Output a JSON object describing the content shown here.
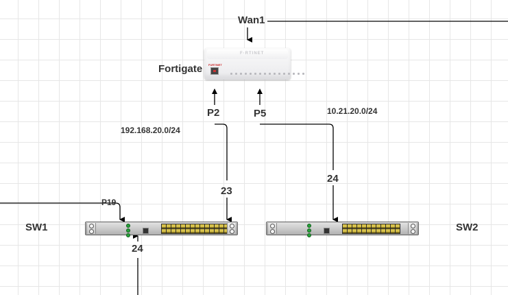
{
  "diagram": {
    "title": "Network topology",
    "colors": {
      "wire": "#000000",
      "text": "#333333",
      "grid": "#e6e6e6",
      "led": "#27a33a"
    }
  },
  "nodes": {
    "wan": {
      "label": "Wan1"
    },
    "firewall": {
      "label": "Fortigate",
      "brand_text": "F·RTINET",
      "badge_text": "FURTINET"
    },
    "sw1": {
      "label": "SW1"
    },
    "sw2": {
      "label": "SW2"
    }
  },
  "ports": {
    "fw_p2": "P2",
    "fw_p5": "P5",
    "sw1_p19": "P19",
    "sw1_uplink": "23",
    "sw1_down": "24",
    "sw2_uplink": "24"
  },
  "networks": {
    "subnet_p2": "192.168.20.0/24",
    "subnet_p5": "10.21.20.0/24"
  }
}
